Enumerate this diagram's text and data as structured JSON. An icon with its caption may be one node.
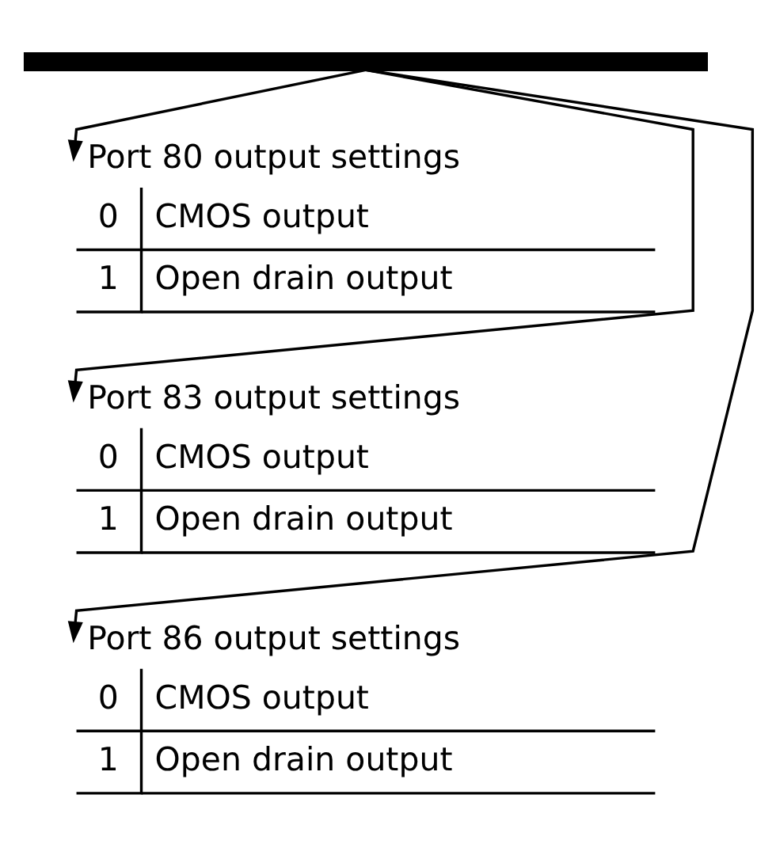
{
  "diagram": {
    "nodes": [
      {
        "text": [],
        "shape": "bar"
      },
      {
        "text": [
          "Port 80 output settings",
          "0",
          "CMOS output",
          "1",
          "Open drain output"
        ]
      },
      {
        "text": [
          "Port 83 output settings",
          "0",
          "CMOS output",
          "1",
          "Open drain output"
        ]
      },
      {
        "text": [
          "Port 86 output settings",
          "0",
          "CMOS output",
          "1",
          "Open drain output"
        ]
      }
    ],
    "edges": [
      {
        "from": 0,
        "to": 1,
        "arrow": "to"
      },
      {
        "from": 0,
        "to": 2,
        "arrow": "to"
      },
      {
        "from": 0,
        "to": 3,
        "arrow": "to"
      }
    ]
  }
}
